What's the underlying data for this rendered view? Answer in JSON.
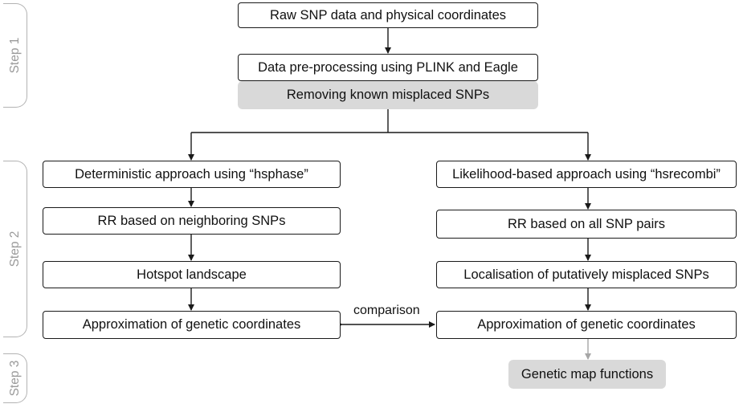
{
  "steps": [
    "Step 1",
    "Step 2",
    "Step 3"
  ],
  "top": {
    "raw": "Raw SNP data and physical coordinates",
    "preprocess": "Data pre-processing using PLINK and Eagle",
    "remove": "Removing known misplaced SNPs"
  },
  "left": {
    "approach": "Deterministic approach using “hsphase”",
    "rr": "RR based on neighboring SNPs",
    "hotspot": "Hotspot landscape",
    "approx": "Approximation of genetic coordinates"
  },
  "right": {
    "approach": "Likelihood-based approach using “hsrecombi”",
    "rr": "RR based on all SNP pairs",
    "localisation": "Localisation of putatively misplaced SNPs",
    "approx": "Approximation of genetic coordinates",
    "map_functions": "Genetic map functions"
  },
  "comparison": "comparison",
  "colors": {
    "line": "#1a1a1a",
    "grey_box": "#d9d9d9",
    "step_border": "#b3b3b3",
    "step_text": "#9a9a9a",
    "grey_arrow": "#a6a6a6"
  }
}
